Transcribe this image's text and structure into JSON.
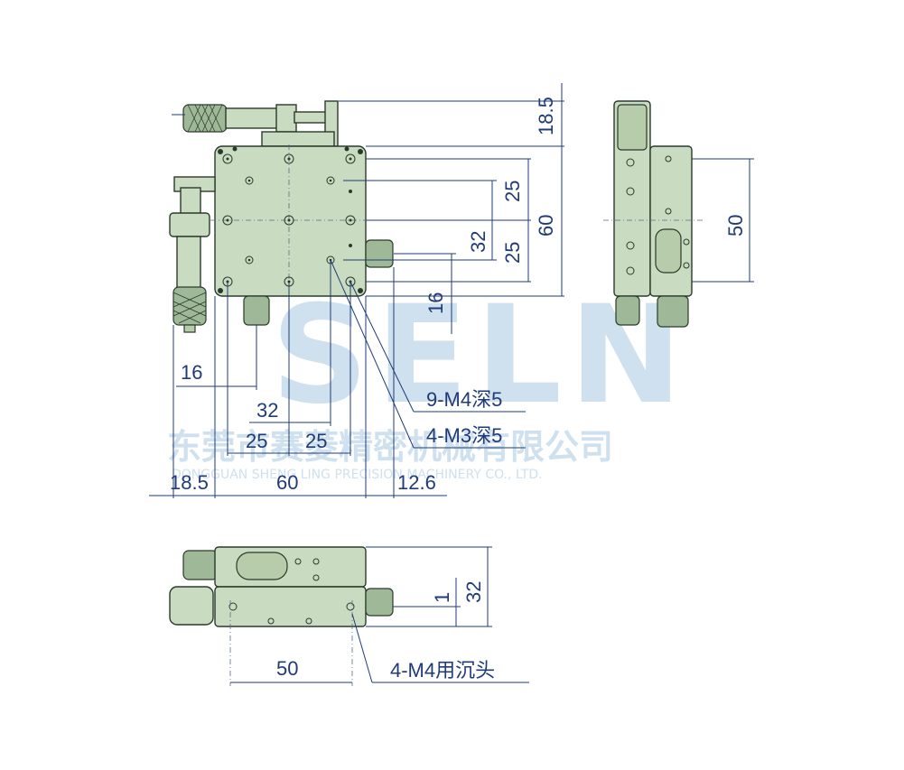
{
  "watermark": {
    "logo": "SELN",
    "company_cn": "东莞市赛菱精密机械有限公司",
    "company_en": "DONGGUAN SHENG LING PRECISION MACHINERY CO., LTD."
  },
  "dimensions": {
    "top_offset": "18.5",
    "height_60": "60",
    "spacing_25_upper": "25",
    "spacing_25_lower": "25",
    "spacing_32_vertical": "32",
    "knob_offset_16_vertical": "16",
    "knob_offset_16_horizontal": "16",
    "spacing_32_horizontal": "32",
    "spacing_25_left": "25",
    "spacing_25_right": "25",
    "left_offset": "18.5",
    "width_60": "60",
    "right_offset": "12.6",
    "side_height_50": "50",
    "front_height_32": "32",
    "front_gap_1": "1",
    "front_width_50": "50"
  },
  "callouts": {
    "holes_m4": "9-M4深5",
    "holes_m3": "4-M3深5",
    "counterbore": "4-M4用沉头"
  },
  "colors": {
    "dimension": "#1f3b78",
    "stage_body": "#c9dcc1",
    "watermark": "#cfe0ee"
  }
}
